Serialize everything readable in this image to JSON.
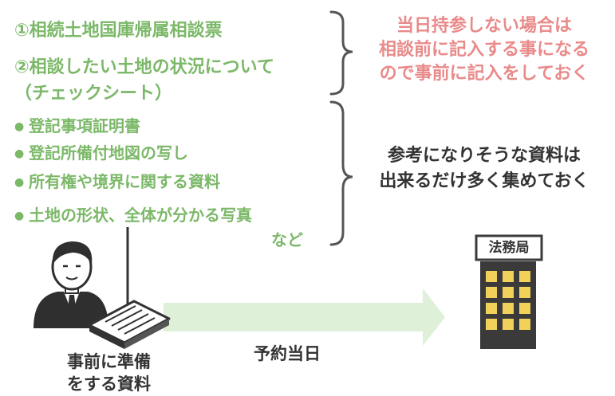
{
  "required_docs": {
    "item1": "①相続土地国庫帰属相談票",
    "item2_line1": "②相談したい土地の状況について",
    "item2_line2": "（チェックシート）"
  },
  "required_note": [
    "当日持参しない場合は",
    "相談前に記入する事になる",
    "ので事前に記入をしておく"
  ],
  "reference_docs": {
    "items": [
      "登記事項証明書",
      "登記所備付地図の写し",
      "所有権や境界に関する資料",
      "土地の形状、全体が分かる写真"
    ],
    "suffix": "など"
  },
  "reference_note": [
    "参考になりそうな資料は",
    "出来るだけ多く集めておく"
  ],
  "person_caption": [
    "事前に準備",
    "をする資料"
  ],
  "arrow_label": "予約当日",
  "building_sign": "法務局",
  "colors": {
    "green": "#7bb868",
    "pink": "#e98a8a",
    "text": "#333333",
    "arrow": "#dff0d8",
    "building": "#3a3a3a",
    "window": "#f2d15a",
    "brace": "#555555"
  },
  "icons": {
    "bullet": "●",
    "person": "person-icon",
    "document": "document-icon",
    "building": "building-icon"
  }
}
